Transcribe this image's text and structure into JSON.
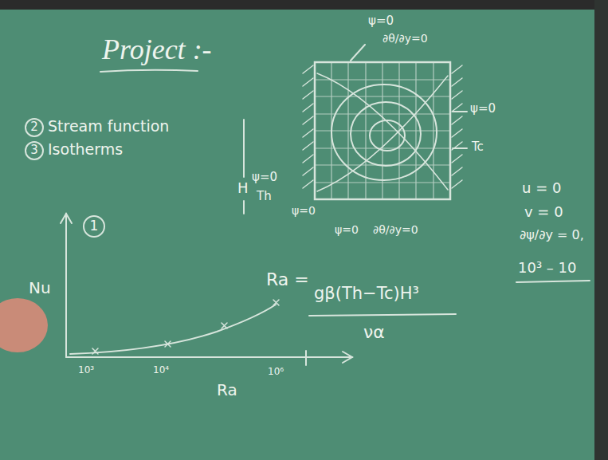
{
  "diagram": {
    "title": "Project :-",
    "labels": [
      "2",
      "Stream function",
      "3",
      "Isotherms",
      "1",
      "Nu",
      "Ra",
      "10³",
      "10⁴",
      "10⁶",
      "H",
      "ψ=0",
      "Th",
      "ψ=0",
      "∂θ/∂y=0",
      "ψ=0",
      "Tc",
      "ψ=0",
      "ψ=0",
      "∂θ/∂y=0",
      "Ra =",
      "gβ(Th−Tc)H³",
      "να",
      "u = 0",
      "v = 0",
      "∂ψ/∂y = 0,",
      "10³ – 10"
    ]
  }
}
